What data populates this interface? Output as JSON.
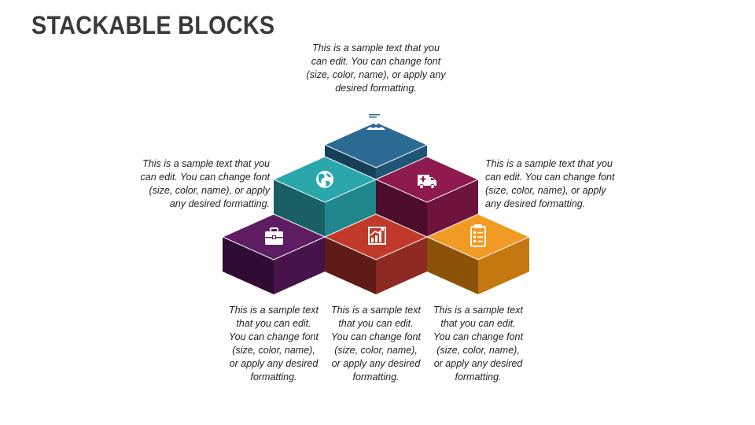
{
  "title": "STACKABLE BLOCKS",
  "captions": {
    "top": "This is a sample text that you\ncan edit. You can change font\n(size, color, name), or apply any\ndesired formatting.",
    "left": "This is a sample text that you\ncan edit. You can change font\n(size, color, name), or apply\nany desired formatting.",
    "right": "This is a sample text that you\ncan edit. You can change font\n(size, color, name), or apply\nany desired formatting.",
    "bottom_1": "This is a sample text\nthat you can edit.\nYou can change font\n(size, color, name),\nor apply any desired\nformatting.",
    "bottom_2": "This is a sample text\nthat you can edit.\nYou can change font\n(size, color, name),\nor apply any desired\nformatting.",
    "bottom_3": "This is a sample text\nthat you can edit.\nYou can change font\n(size, color, name),\nor apply any desired\nformatting."
  },
  "blocks": [
    {
      "id": "top",
      "icon": "presentation-audience-icon",
      "colors": {
        "top": "#2b6a92",
        "left": "#173f57",
        "right": "#1f5576"
      }
    },
    {
      "id": "middle-left",
      "icon": "globe-icon",
      "colors": {
        "top": "#2aa6ad",
        "left": "#1a5f63",
        "right": "#20878d"
      }
    },
    {
      "id": "middle-right",
      "icon": "ambulance-icon",
      "colors": {
        "top": "#8e1a50",
        "left": "#4c0c2a",
        "right": "#6d133c"
      }
    },
    {
      "id": "bottom-left",
      "icon": "briefcase-icon",
      "colors": {
        "top": "#5e1d63",
        "left": "#2f0c33",
        "right": "#46144a"
      }
    },
    {
      "id": "bottom-center",
      "icon": "growth-chart-icon",
      "colors": {
        "top": "#c0392b",
        "left": "#5f1b16",
        "right": "#8e2a21"
      }
    },
    {
      "id": "bottom-right",
      "icon": "clipboard-checklist-icon",
      "colors": {
        "top": "#f29b24",
        "left": "#8c5209",
        "right": "#c4780f"
      }
    }
  ]
}
